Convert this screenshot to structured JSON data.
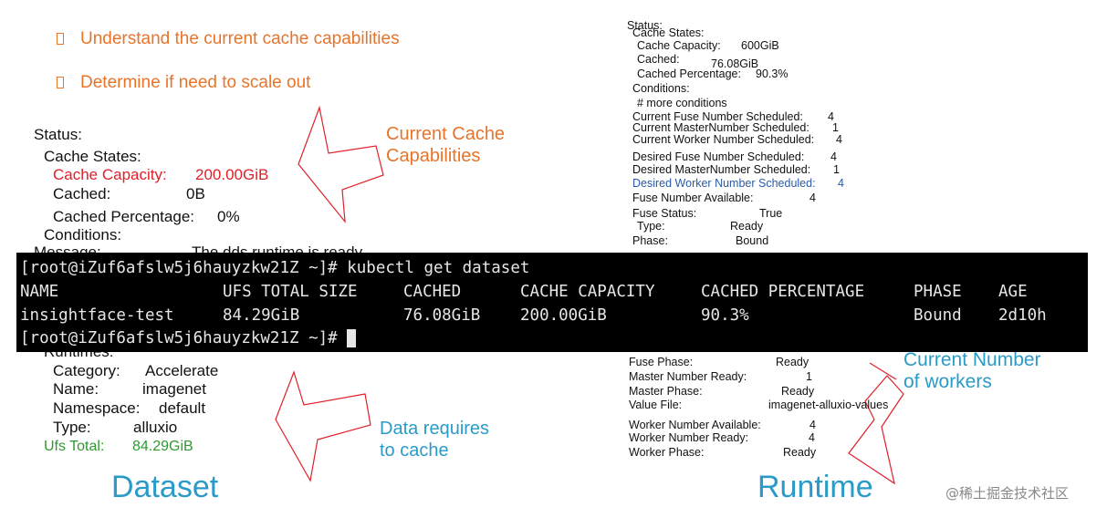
{
  "bullets": [
    "Understand the current cache capabilities",
    "Determine if need to scale out"
  ],
  "dataset_status": {
    "status": "Status:",
    "cache_states": "Cache States:",
    "cache_capacity_label": "Cache Capacity:",
    "cache_capacity_value": "200.00GiB",
    "cached_label": "Cached:",
    "cached_value": "0B",
    "cached_pct_label": "Cached Percentage:",
    "cached_pct_value": "0%",
    "conditions": "Conditions:",
    "message_label": "Message:",
    "message_value": "The dds runtime is ready"
  },
  "dataset_runtimes": {
    "runtimes": "Runtimes:",
    "category_label": "Category:",
    "category_value": "Accelerate",
    "name_label": "Name:",
    "name_value": "imagenet",
    "namespace_label": "Namespace:",
    "namespace_value": "default",
    "type_label": "Type:",
    "type_value": "alluxio",
    "ufs_label": "Ufs Total:",
    "ufs_value": "84.29GiB"
  },
  "callouts": {
    "current_cache": [
      "Current Cache",
      "Capabilities"
    ],
    "data_requires": [
      "Data requires",
      "to cache"
    ],
    "current_workers": [
      "Current Number",
      "of workers"
    ]
  },
  "labels": {
    "dataset": "Dataset",
    "runtime": "Runtime",
    "watermark": "@稀土掘金技术社区"
  },
  "runtime_status": {
    "status": "Status:",
    "cache_states": "Cache States:",
    "cache_capacity_label": "Cache Capacity:",
    "cache_capacity_value": "600GiB",
    "cached_label": "Cached:",
    "cached_value": "76.08GiB",
    "cached_pct_label": "Cached Percentage:",
    "cached_pct_value": "90.3%",
    "conditions": "Conditions:",
    "more_conditions": "# more conditions",
    "current_fuse_label": "Current Fuse Number Scheduled:",
    "current_fuse_value": "4",
    "current_master_label": "Current MasterNumber Scheduled:",
    "current_master_value": "1",
    "current_worker_label": "Current Worker Number Scheduled:",
    "current_worker_value": "4",
    "desired_fuse_label": "Desired Fuse Number Scheduled:",
    "desired_fuse_value": "4",
    "desired_master_label": "Desired MasterNumber Scheduled:",
    "desired_master_value": "1",
    "desired_worker_label": "Desired Worker Number Scheduled:",
    "desired_worker_value": "4",
    "fuse_available_label": "Fuse Number Available:",
    "fuse_available_value": "4",
    "fuse_status_label": "Fuse  Status:",
    "fuse_status_value": "True",
    "type_label": "Type:",
    "type_value": "Ready",
    "phase_label": "Phase:",
    "phase_value": "Bound",
    "fuse_phase_label": "Fuse Phase:",
    "fuse_phase_value": "Ready",
    "master_ready_label": "Master Number Ready:",
    "master_ready_value": "1",
    "master_phase_label": "Master Phase:",
    "master_phase_value": "Ready",
    "value_file_label": "Value File:",
    "value_file_value": "imagenet-alluxio-values",
    "worker_available_label": "Worker Number Available:",
    "worker_available_value": "4",
    "worker_ready_label": "Worker Number Ready:",
    "worker_ready_value": "4",
    "worker_phase_label": "Worker Phase:",
    "worker_phase_value": "Ready"
  },
  "terminal": {
    "command_line": "[root@iZuf6afslw5j6hauyzkw21Z ~]# kubectl get dataset",
    "headers": [
      "NAME",
      "UFS TOTAL SIZE",
      "CACHED",
      "CACHE CAPACITY",
      "CACHED PERCENTAGE",
      "PHASE",
      "AGE"
    ],
    "row": [
      "insightface-test",
      "84.29GiB",
      "76.08GiB",
      "200.00GiB",
      "90.3%",
      "Bound",
      "2d10h"
    ],
    "prompt": "[root@iZuf6afslw5j6hauyzkw21Z ~]#"
  }
}
